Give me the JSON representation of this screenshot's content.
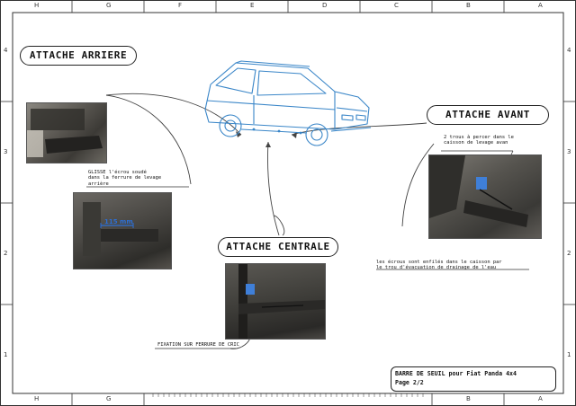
{
  "sheet": {
    "columns_top": [
      "H",
      "G",
      "F",
      "E",
      "D",
      "C",
      "B",
      "A"
    ],
    "columns_bottom": [
      "H",
      "G",
      "B",
      "A"
    ],
    "rows": [
      "4",
      "3",
      "2",
      "1"
    ]
  },
  "labels": {
    "rear": "ATTACHE ARRIERE",
    "front": "ATTACHE AVANT",
    "central": "ATTACHE CENTRALE"
  },
  "notes": {
    "rear": "GLISSE l'écrou soudé\ndans la ferrure de levage\narrière",
    "front_top": "2 trous à percer dans le\ncaisson de levage avan",
    "front_bottom": "les écrous sont enfilés dans le caisson par\nle trou d'évacuation de drainage de l'eau",
    "central": "FIXATION SUR FERRURE DE CRIC"
  },
  "measure": "115 mm",
  "title": {
    "line1": "BARRE DE SEUIL pour Fiat Panda 4x4",
    "line2": "Page 2/2"
  },
  "colors": {
    "car_line": "#3a86c8",
    "frame": "#333333"
  }
}
